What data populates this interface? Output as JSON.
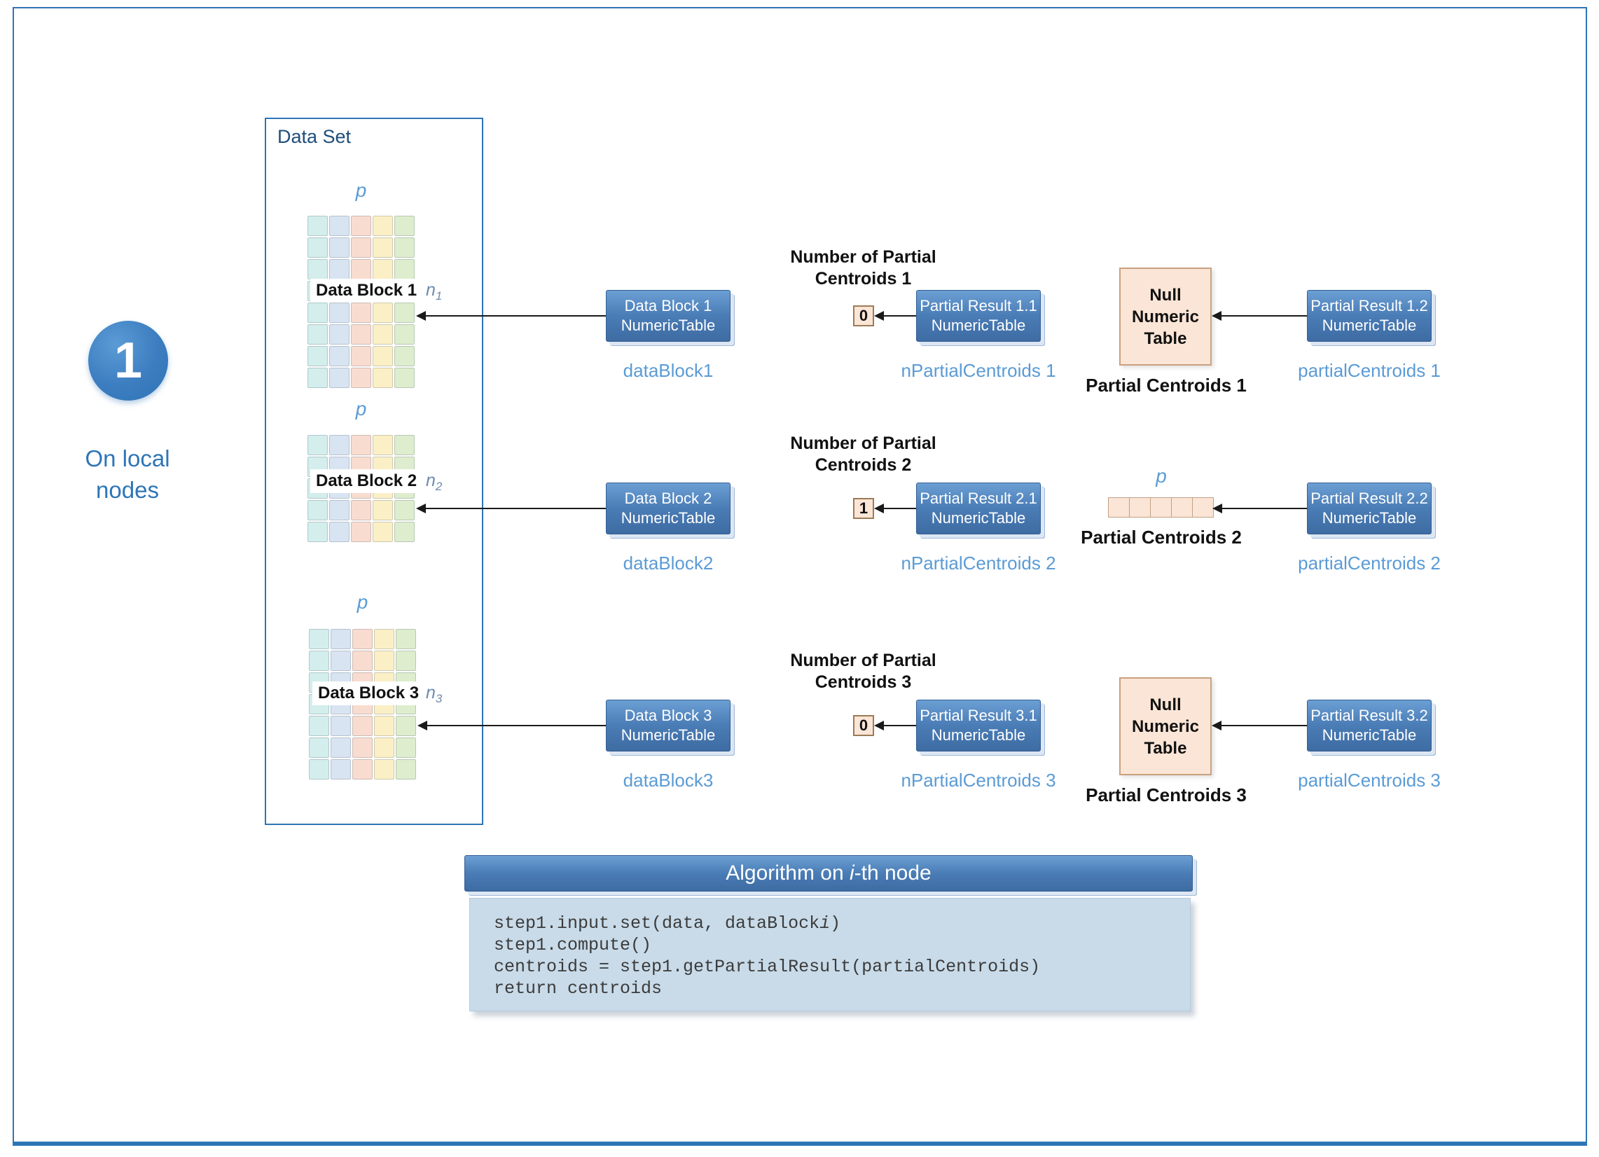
{
  "colors": {
    "accent_blue": "#2E75B6",
    "box_fill_top": "#6BA0D4",
    "box_fill_bottom": "#3E6CA3",
    "caption_blue": "#5B9BD5",
    "null_table_fill": "#FBE5D6",
    "code_box_fill": "#C9DBE9"
  },
  "step": {
    "number": "1",
    "label_line1": "On local",
    "label_line2": "nodes"
  },
  "dataset": {
    "title": "Data Set",
    "blocks": [
      {
        "label": "Data Block 1",
        "p": "p",
        "n_base": "n",
        "n_sub": "1"
      },
      {
        "label": "Data Block 2",
        "p": "p",
        "n_base": "n",
        "n_sub": "2"
      },
      {
        "label": "Data Block 3",
        "p": "p",
        "n_base": "n",
        "n_sub": "3"
      }
    ]
  },
  "rows": [
    {
      "data_block_box_line1": "Data Block 1",
      "data_block_box_line2": "NumericTable",
      "data_block_caption": "dataBlock1",
      "count_label_line1": "Number of Partial",
      "count_label_line2": "Centroids 1",
      "count_value": "0",
      "partial_result_a_line1": "Partial Result 1.1",
      "partial_result_a_line2": "NumericTable",
      "partial_result_a_caption": "nPartialCentroids 1",
      "null_table_line1": "Null",
      "null_table_line2": "Numeric",
      "null_table_line3": "Table",
      "centroids_label": "Partial Centroids 1",
      "partial_result_b_line1": "Partial Result 1.2",
      "partial_result_b_line2": "NumericTable",
      "partial_result_b_caption": "partialCentroids 1"
    },
    {
      "data_block_box_line1": "Data Block 2",
      "data_block_box_line2": "NumericTable",
      "data_block_caption": "dataBlock2",
      "count_label_line1": "Number of Partial",
      "count_label_line2": "Centroids 2",
      "count_value": "1",
      "partial_result_a_line1": "Partial Result 2.1",
      "partial_result_a_line2": "NumericTable",
      "partial_result_a_caption": "nPartialCentroids 2",
      "centroids_p": "p",
      "centroids_label": "Partial Centroids 2",
      "partial_result_b_line1": "Partial Result 2.2",
      "partial_result_b_line2": "NumericTable",
      "partial_result_b_caption": "partialCentroids 2"
    },
    {
      "data_block_box_line1": "Data Block 3",
      "data_block_box_line2": "NumericTable",
      "data_block_caption": "dataBlock3",
      "count_label_line1": "Number of Partial",
      "count_label_line2": "Centroids 3",
      "count_value": "0",
      "partial_result_a_line1": "Partial Result 3.1",
      "partial_result_a_line2": "NumericTable",
      "partial_result_a_caption": "nPartialCentroids 3",
      "null_table_line1": "Null",
      "null_table_line2": "Numeric",
      "null_table_line3": "Table",
      "centroids_label": "Partial Centroids 3",
      "partial_result_b_line1": "Partial Result 3.2",
      "partial_result_b_line2": "NumericTable",
      "partial_result_b_caption": "partialCentroids 3"
    }
  ],
  "algorithm": {
    "title_prefix": "Algorithm on ",
    "title_italic": "i",
    "title_suffix": "-th node",
    "code_line1_prefix": "step1.input.set(data, dataBlock",
    "code_line1_italic": "i",
    "code_line1_suffix": ")",
    "code_line2": "step1.compute()",
    "code_line3": "centroids = step1.getPartialResult(partialCentroids)",
    "code_line4": "return centroids"
  }
}
